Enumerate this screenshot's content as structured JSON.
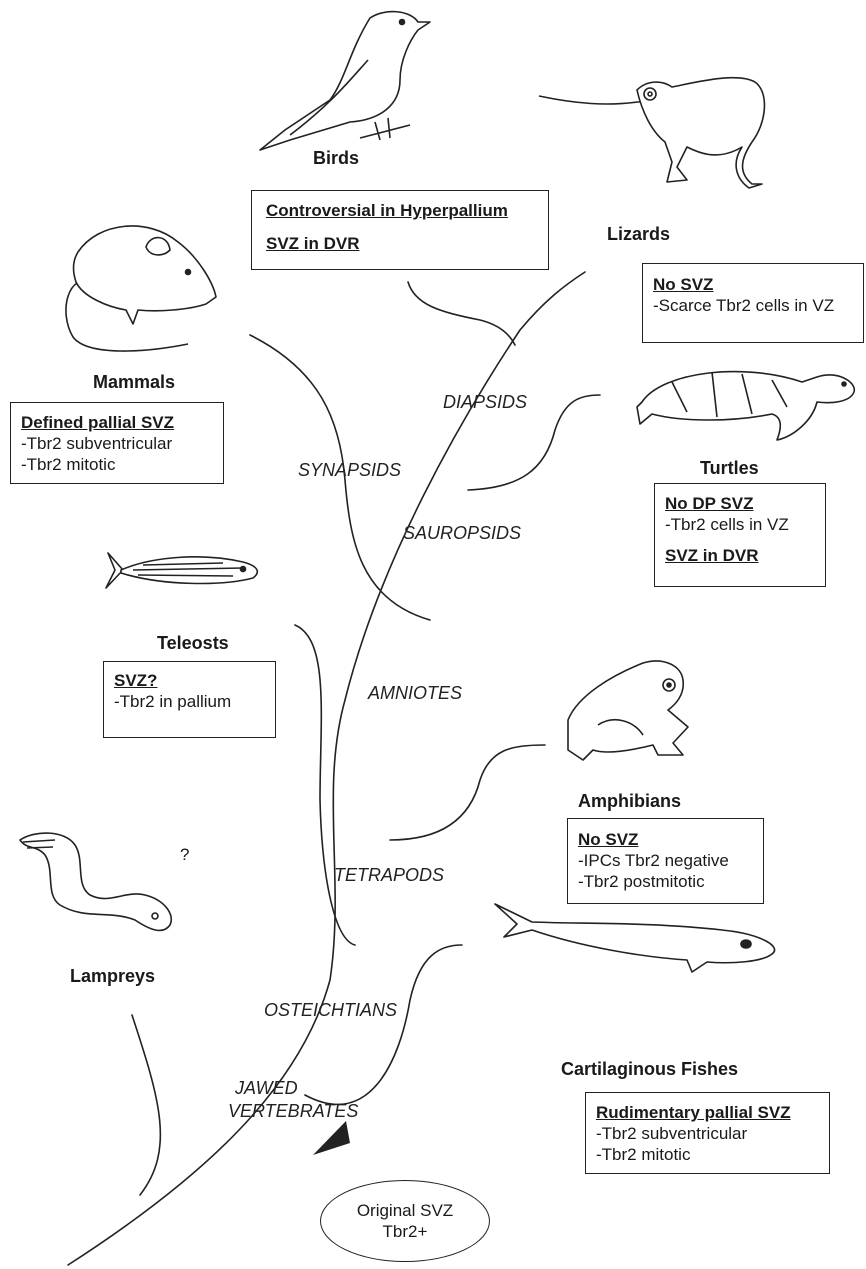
{
  "taxa": {
    "birds": "Birds",
    "lizards": "Lizards",
    "mammals": "Mammals",
    "turtles": "Turtles",
    "teleosts": "Teleosts",
    "amphibians": "Amphibians",
    "lampreys": "Lampreys",
    "cartilaginous": "Cartilaginous Fishes"
  },
  "clades": {
    "diapsids": "DIAPSIDS",
    "synapsids": "SYNAPSIDS",
    "sauropsids": "SAUROPSIDS",
    "amniotes": "AMNIOTES",
    "tetrapods": "TETRAPODS",
    "osteichtians": "OSTEICHTIANS",
    "jawed_line1": "JAWED",
    "jawed_line2": "VERTEBRATES"
  },
  "boxes": {
    "birds": {
      "heading1": "Controversial in Hyperpallium",
      "heading2": "SVZ in DVR"
    },
    "lizards": {
      "heading": "No SVZ",
      "line1": "-Scarce Tbr2 cells in VZ"
    },
    "mammals": {
      "heading": "Defined pallial SVZ",
      "line1": "-Tbr2 subventricular",
      "line2": "-Tbr2 mitotic"
    },
    "turtles": {
      "heading1": "No DP SVZ",
      "line1": "-Tbr2 cells in VZ",
      "heading2": "SVZ in DVR"
    },
    "teleosts": {
      "heading": "SVZ?",
      "line1": "-Tbr2 in pallium"
    },
    "amphibians": {
      "heading": "No SVZ",
      "line1": "-IPCs Tbr2 negative",
      "line2": "-Tbr2 postmitotic"
    },
    "cartilaginous": {
      "heading": "Rudimentary pallial SVZ",
      "line1": "-Tbr2 subventricular",
      "line2": "-Tbr2 mitotic"
    }
  },
  "lamprey_question": "?",
  "origin": {
    "line1": "Original SVZ",
    "line2": "Tbr2+"
  }
}
